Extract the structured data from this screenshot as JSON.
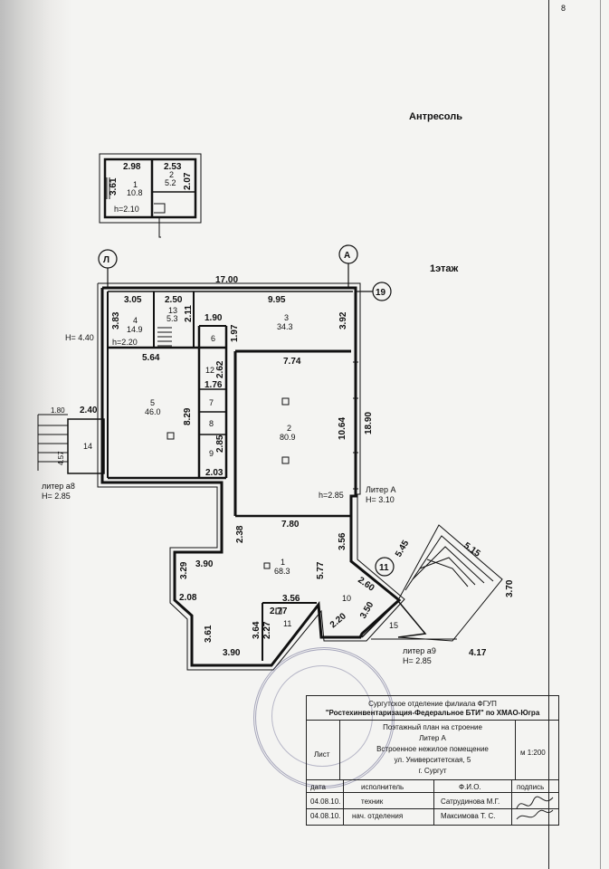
{
  "page_mark": "8",
  "mezzanine": {
    "title": "Антресоль",
    "dims": {
      "w1": "2.98",
      "w2": "2.53",
      "h1": "3.61",
      "h2": "2.07"
    },
    "rooms": [
      {
        "num": "1",
        "area": "10.8"
      },
      {
        "num": "2",
        "area": "5.2"
      }
    ],
    "height": "h=2.10"
  },
  "floor1": {
    "title": "1этаж",
    "axes": {
      "left": "Л",
      "top": "А",
      "right_top": "19",
      "right_mid": "11"
    },
    "outer_dims": {
      "top": "17.00",
      "left_height": "H= 4.40",
      "right": "18.90",
      "entrance_w": "2.40",
      "entrance_h": "4.57",
      "entrance_top": "1.80",
      "litera_a8": "литер а8",
      "litera_a8_h": "H= 2.85"
    },
    "dims": {
      "d305": "3.05",
      "d250": "2.50",
      "d211": "2.11",
      "d995": "9.95",
      "d383": "3.83",
      "d190": "1.90",
      "d197": "1.97",
      "d392": "3.92",
      "d564": "5.64",
      "d262": "2.62",
      "d774": "7.74",
      "d176": "1.76",
      "d829": "8.29",
      "d1064": "10.64",
      "d285": "2.85",
      "d203": "2.03",
      "d780": "7.80",
      "d238": "2.38",
      "d356": "3.56",
      "d390a": "3.90",
      "d329": "3.29",
      "d577": "5.77",
      "d208": "2.08",
      "d356b": "3.56",
      "d277": "2.77",
      "d260": "2.60",
      "d350": "3.50",
      "d361": "3.61",
      "d227": "2.27",
      "d364": "3.64",
      "d220": "2.20",
      "d390b": "3.90",
      "d545": "5.45",
      "d515": "5.15",
      "d370": "3.70",
      "d417": "4.17"
    },
    "rooms": [
      {
        "num": "4",
        "area": "14.9",
        "h": "h=2.20"
      },
      {
        "num": "13",
        "area": "5.3"
      },
      {
        "num": "3",
        "area": "34.3"
      },
      {
        "num": "6"
      },
      {
        "num": "12"
      },
      {
        "num": "5",
        "area": "46.0"
      },
      {
        "num": "7"
      },
      {
        "num": "8"
      },
      {
        "num": "9"
      },
      {
        "num": "2",
        "area": "80.9",
        "h": "h=2.85"
      },
      {
        "num": "14"
      },
      {
        "num": "1",
        "area": "68.3"
      },
      {
        "num": "10"
      },
      {
        "num": "11"
      },
      {
        "num": "15"
      }
    ],
    "litera_a": "Литер А",
    "litera_a_h": "H= 3.10",
    "litera_a9": "литер а9",
    "litera_a9_h": "H= 2.85"
  },
  "stamp": {
    "org_line1": "Сургутское отделение филиала ФГУП",
    "org_line2": "\"Ростехинвентаризация-Федеральное БТИ\" по ХМАО-Югра",
    "plan_title": "Поэтажный план на строение",
    "litera": "Литер А",
    "object": "Встроенное нежилое помещение",
    "address": "ул. Университетская, 5",
    "city": "г. Сургут",
    "sheet_label": "Лист",
    "scale": "м 1:200",
    "headers": {
      "date": "дата",
      "performer": "исполнитель",
      "fio": "Ф.И.О.",
      "sign": "подпись"
    },
    "rows": [
      {
        "date": "04.08.10.",
        "role": "техник",
        "name": "Сатрудинова М.Г."
      },
      {
        "date": "04.08.10.",
        "role": "нач. отделения",
        "name": "Максимова Т. С."
      }
    ]
  }
}
